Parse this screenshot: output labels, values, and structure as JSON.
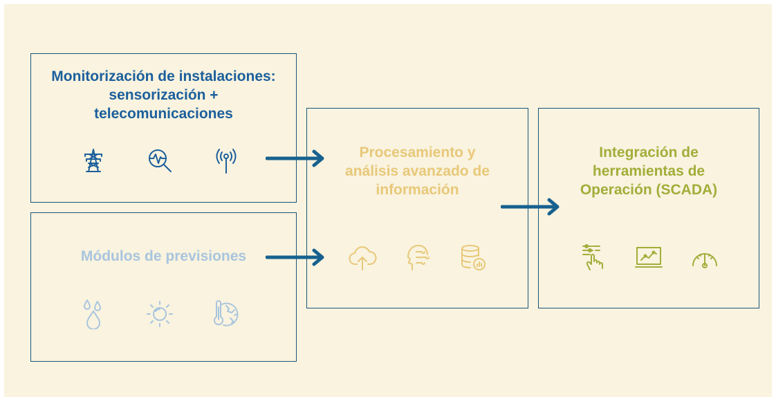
{
  "monitoring": {
    "title": "Monitorización de instalaciones: sensorización + telecomunicaciones",
    "icons": [
      "transmission-tower-icon",
      "signal-magnifier-icon",
      "antenna-icon"
    ]
  },
  "forecasts": {
    "title": "Módulos de previsiones",
    "icons": [
      "water-drops-icon",
      "sun-icon",
      "thermometer-globe-icon"
    ]
  },
  "processing": {
    "title": "Procesamiento y análisis avanzado de información",
    "icons": [
      "cloud-upload-icon",
      "ai-head-icon",
      "database-chart-icon"
    ]
  },
  "scada": {
    "title": "Integración de herramientas de Operación (SCADA)",
    "icons": [
      "touch-controls-icon",
      "monitor-chart-icon",
      "gauge-icon"
    ]
  },
  "colors": {
    "background": "#f9f3df",
    "border": "#19547a",
    "monitoring": "#1c5f9c",
    "forecasts": "#a9c5de",
    "processing": "#e8c879",
    "scada": "#a3ad3a",
    "arrow": "#17618f"
  }
}
